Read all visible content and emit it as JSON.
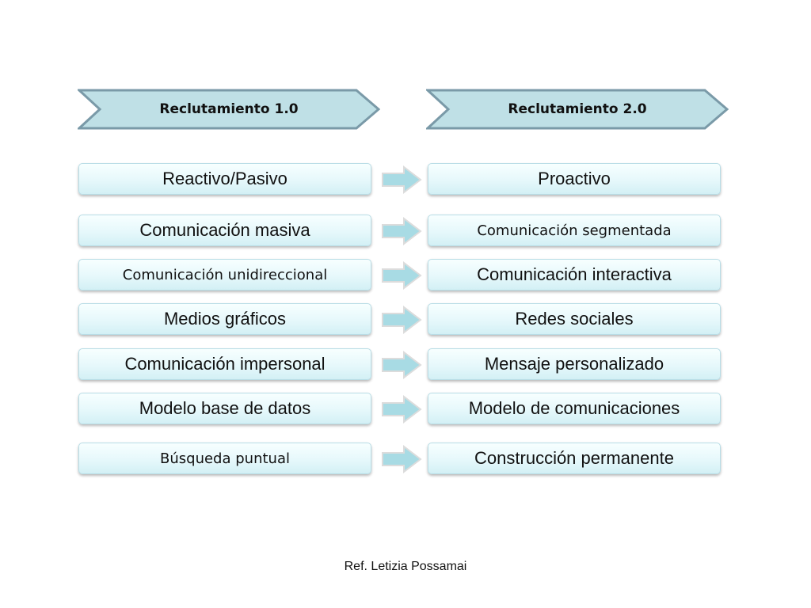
{
  "headers": {
    "left": "Reclutamiento  1.0",
    "right": "Reclutamiento 2.0"
  },
  "rows": [
    {
      "left": "Reactivo/Pasivo",
      "right": "Proactivo"
    },
    {
      "left": "Comunicación masiva",
      "right": "Comunicación segmentada"
    },
    {
      "left": "Comunicación unidireccional",
      "right": "Comunicación interactiva"
    },
    {
      "left": "Medios gráficos",
      "right": "Redes sociales"
    },
    {
      "left": "Comunicación impersonal",
      "right": "Mensaje personalizado"
    },
    {
      "left": "Modelo base de datos",
      "right": "Modelo de comunicaciones"
    },
    {
      "left": "Búsqueda puntual",
      "right": "Construcción permanente"
    }
  ],
  "footer": "Ref. Letizia Possamai",
  "colors": {
    "chevron_fill": "#bfe0e6",
    "chevron_border": "#7a9aa8",
    "arrow_fill": "#a8dbe4",
    "box_border": "#b9dde6"
  },
  "icons": {
    "connector": "right-arrow-icon"
  }
}
